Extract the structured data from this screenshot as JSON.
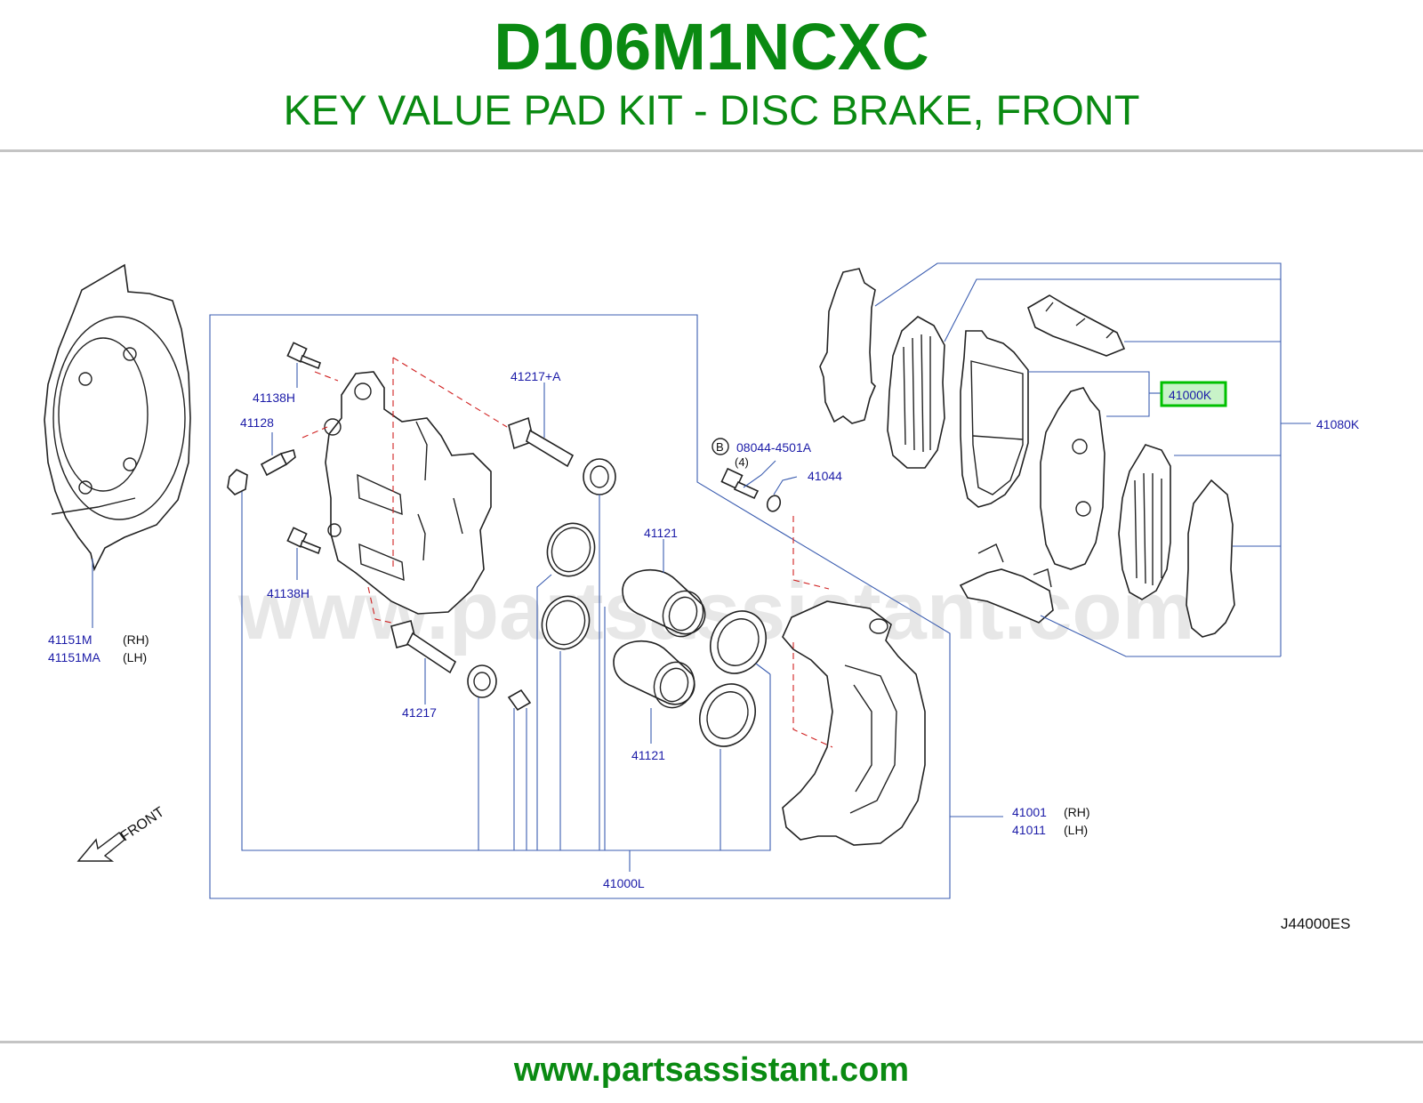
{
  "header": {
    "part_code": "D106M1NCXC",
    "part_name": "KEY VALUE PAD KIT - DISC BRAKE, FRONT"
  },
  "diagram": {
    "watermark": "www.partsassistant.com",
    "diagram_code": "J44000ES",
    "direction_label": "FRONT",
    "labels": {
      "l41138H_top": "41138H",
      "l41128": "41128",
      "l41138H_bottom": "41138H",
      "l41217A": "41217+A",
      "l41217": "41217",
      "l41121_top": "41121",
      "l41121_bottom": "41121",
      "l41000L": "41000L",
      "l41151M": "41151M",
      "l41151M_side": "(RH)",
      "l41151MA": "41151MA",
      "l41151MA_side": "(LH)",
      "bolt_marker": "B",
      "l08044": "08044-4501A",
      "l08044_qty": "(4)",
      "l41044": "41044",
      "l41001": "41001",
      "l41001_side": "(RH)",
      "l41011": "41011",
      "l41011_side": "(LH)",
      "l41000K": "41000K",
      "l41080K": "41080K"
    },
    "highlight_color": "#00c000"
  },
  "footer": {
    "website": "www.partsassistant.com"
  }
}
